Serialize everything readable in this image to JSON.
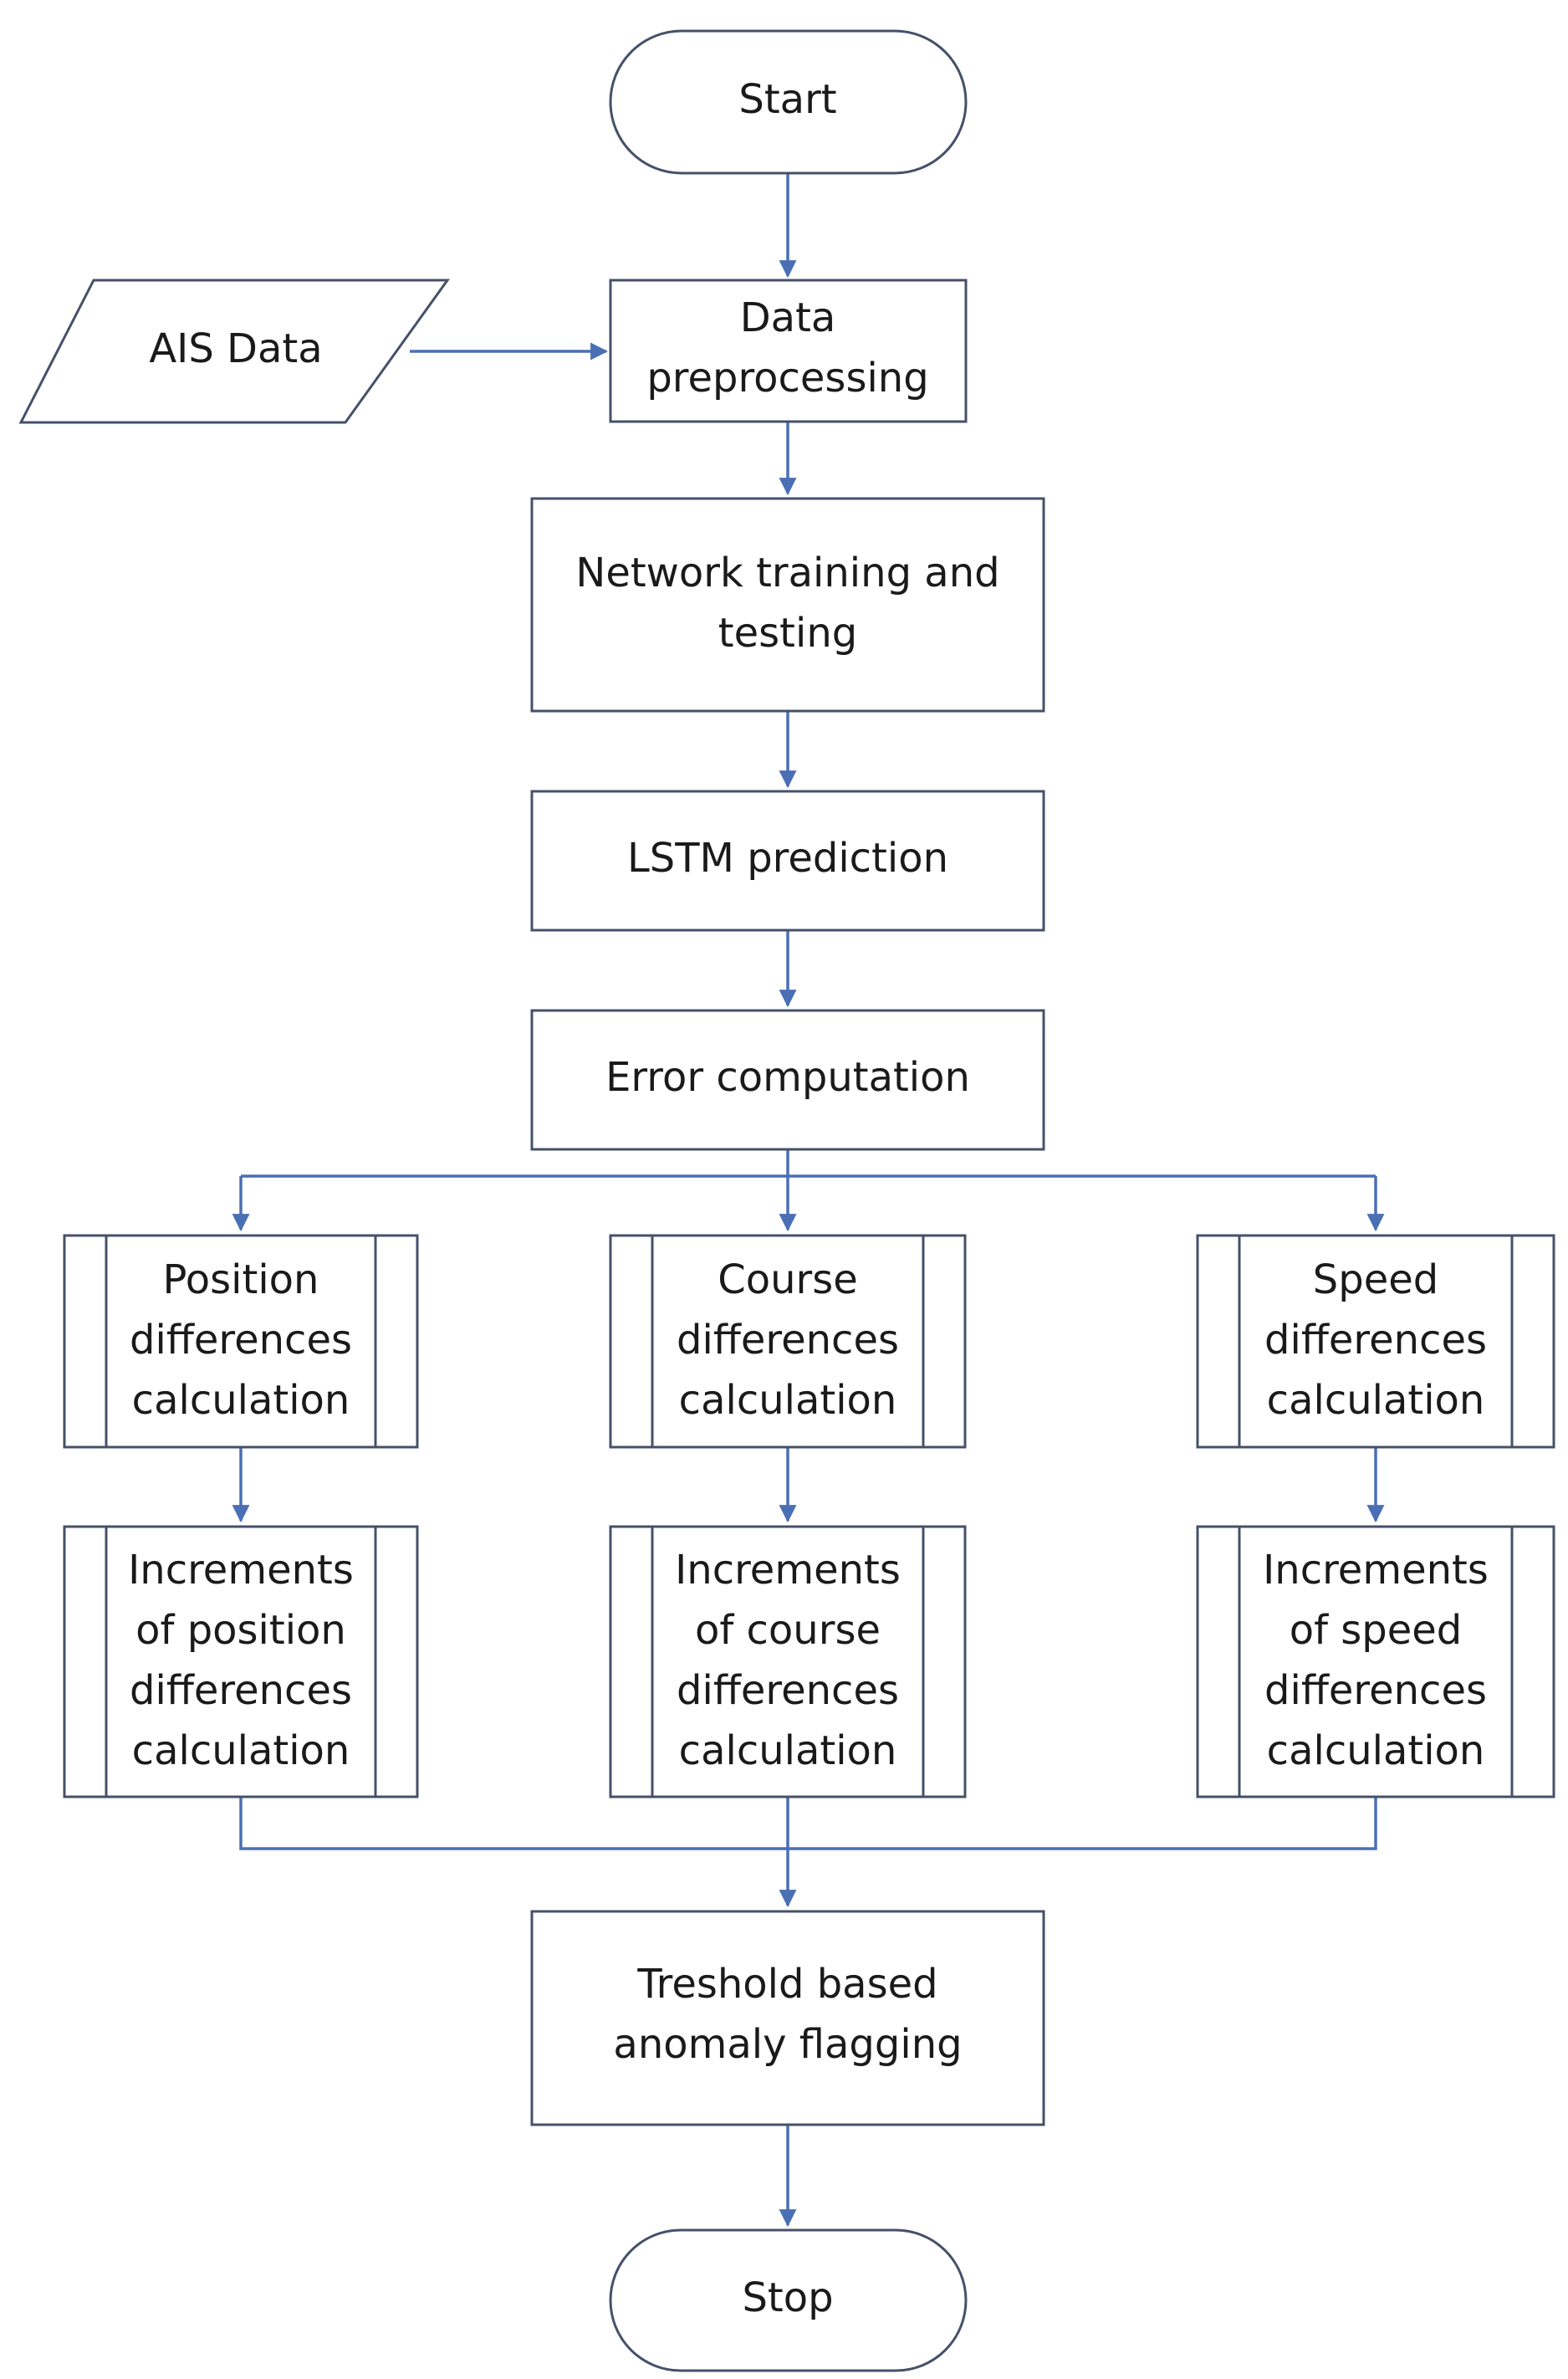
{
  "diagram": {
    "nodes": {
      "start": "Start",
      "ais_data": "AIS Data",
      "preprocessing": [
        "Data",
        "preprocessing"
      ],
      "training": [
        "Network training and",
        "testing"
      ],
      "lstm": "LSTM prediction",
      "error": "Error computation",
      "position_diff": [
        "Position",
        "differences",
        "calculation"
      ],
      "course_diff": [
        "Course",
        "differences",
        "calculation"
      ],
      "speed_diff": [
        "Speed",
        "differences",
        "calculation"
      ],
      "position_inc": [
        "Increments",
        "of position",
        "differences",
        "calculation"
      ],
      "course_inc": [
        "Increments",
        "of course",
        "differences",
        "calculation"
      ],
      "speed_inc": [
        "Increments",
        "of speed",
        "differences",
        "calculation"
      ],
      "threshold": [
        "Treshold based",
        "anomaly flagging"
      ],
      "stop": "Stop"
    },
    "colors": {
      "connector": "#4a6fb5",
      "outline": "#46506a",
      "text": "#1a1a1a"
    }
  }
}
